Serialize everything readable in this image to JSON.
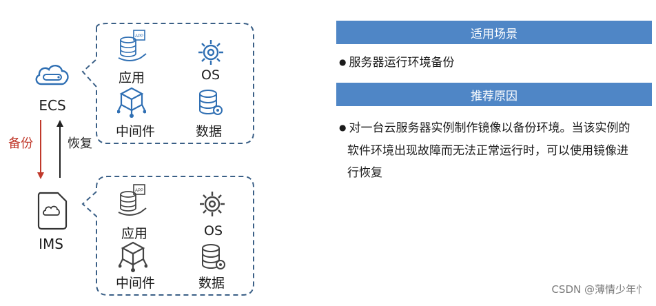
{
  "left": {
    "ecs_label": "ECS",
    "ims_label": "IMS",
    "backup_label": "备份",
    "restore_label": "恢复",
    "backup_color": "#c0392b",
    "top_group": {
      "app_label": "应用",
      "os_label": "OS",
      "middleware_label": "中间件",
      "data_label": "数据"
    },
    "bottom_group": {
      "app_label": "应用",
      "os_label": "OS",
      "middleware_label": "中间件",
      "data_label": "数据"
    },
    "icons": {
      "ecs": "cloud-server-icon",
      "ims": "image-file-icon",
      "app": "application-stack-icon",
      "os": "gear-icon",
      "middleware": "cube-network-icon",
      "data": "database-icon"
    }
  },
  "right": {
    "scenario_title": "适用场景",
    "scenario_item": "服务器运行环境备份",
    "reason_title": "推荐原因",
    "reason_lines": [
      "对一台云服务器实例制作镜像以备份环境。当该实例的",
      "软件环境出现故障而无法正常运行时，可以使用镜像进",
      "行恢复"
    ],
    "header_color": "#4f86c6"
  },
  "watermark": "CSDN @薄情少年忄"
}
